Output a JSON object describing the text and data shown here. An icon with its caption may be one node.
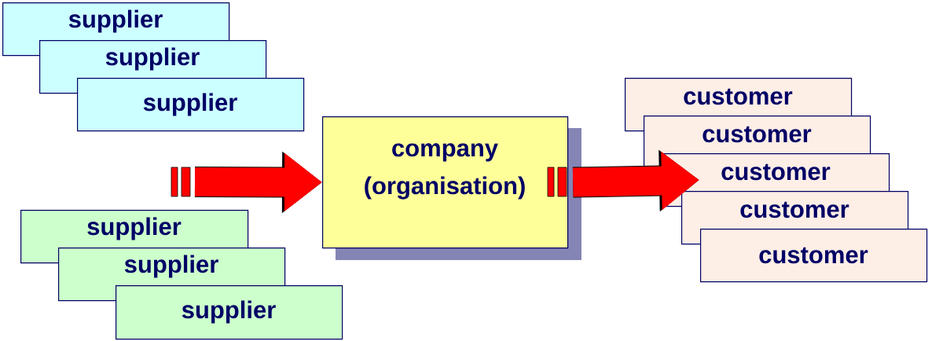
{
  "diagram": {
    "nodes": [
      {
        "text": [
          "supplier"
        ]
      },
      {
        "text": [
          "supplier"
        ]
      },
      {
        "text": [
          "supplier"
        ]
      },
      {
        "text": [
          "supplier"
        ]
      },
      {
        "text": [
          "supplier"
        ]
      },
      {
        "text": [
          "supplier"
        ]
      },
      {
        "text": [
          "company (organisation)"
        ]
      },
      {
        "text": [
          "customer"
        ]
      },
      {
        "text": [
          "customer"
        ]
      },
      {
        "text": [
          "customer"
        ]
      },
      {
        "text": [
          "customer"
        ]
      },
      {
        "text": [
          "customer"
        ]
      }
    ],
    "edges": [
      {
        "from": null,
        "to": 6,
        "arrow": "to"
      },
      {
        "from": 6,
        "to": 9,
        "arrow": "to"
      }
    ]
  }
}
